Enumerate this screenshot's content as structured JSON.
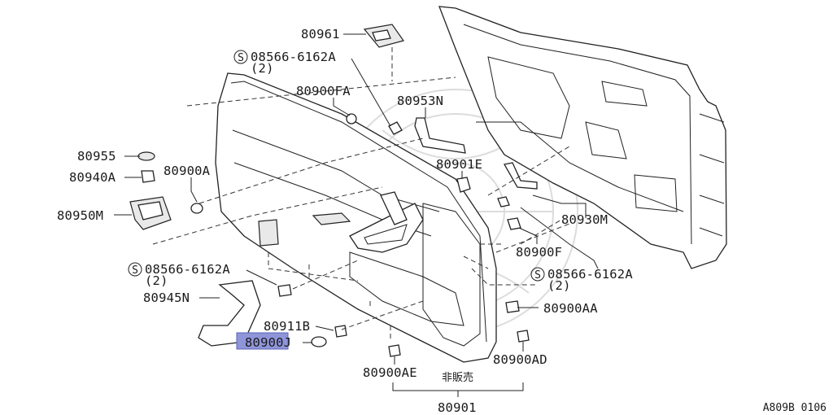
{
  "diagram": {
    "highlight_color": "#8f95d9",
    "labels": [
      {
        "id": "80961",
        "text": "80961"
      },
      {
        "id": "s1",
        "text": "08566-6162A",
        "qty": "(2)",
        "symbol": "S"
      },
      {
        "id": "80900FA",
        "text": "80900FA"
      },
      {
        "id": "80953N",
        "text": "80953N"
      },
      {
        "id": "80955",
        "text": "80955"
      },
      {
        "id": "80940A",
        "text": "80940A"
      },
      {
        "id": "80900A",
        "text": "80900A"
      },
      {
        "id": "80901E",
        "text": "80901E"
      },
      {
        "id": "80950M",
        "text": "80950M"
      },
      {
        "id": "80930M",
        "text": "80930M"
      },
      {
        "id": "80900F",
        "text": "80900F"
      },
      {
        "id": "s2",
        "text": "08566-6162A",
        "qty": "(2)",
        "symbol": "S"
      },
      {
        "id": "s3",
        "text": "08566-6162A",
        "qty": "(2)",
        "symbol": "S"
      },
      {
        "id": "80945N",
        "text": "80945N"
      },
      {
        "id": "80900AA",
        "text": "80900AA"
      },
      {
        "id": "80911B",
        "text": "80911B"
      },
      {
        "id": "80900J",
        "text": "80900J",
        "highlighted": "80900"
      },
      {
        "id": "80900AE",
        "text": "80900AE"
      },
      {
        "id": "80900AD",
        "text": "80900AD"
      },
      {
        "id": "not_sold",
        "text": "非販売"
      },
      {
        "id": "80901",
        "text": "80901"
      }
    ],
    "figure_code": "A809B 0106"
  }
}
